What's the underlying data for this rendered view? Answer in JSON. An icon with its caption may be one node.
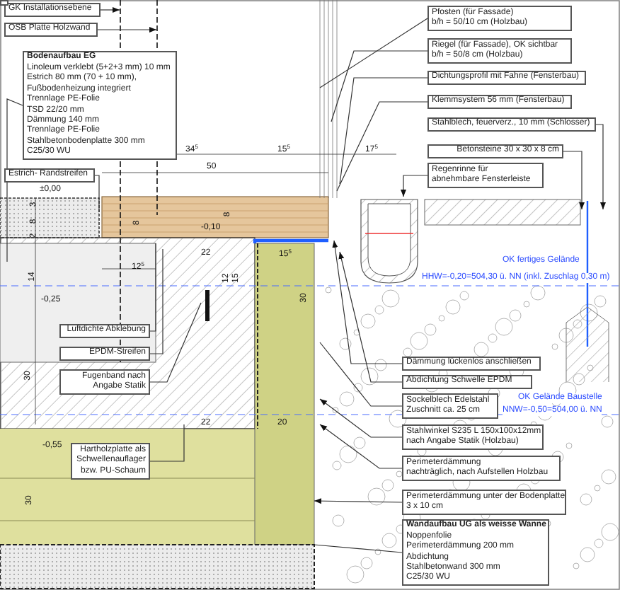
{
  "diagram": {
    "nodes": [
      {
        "text": [
          "GK Installationsebene"
        ]
      },
      {
        "text": [
          "OSB Platte Holzwand"
        ]
      },
      {
        "text": [
          "Bodenaufbau EG",
          "Linoleum verklebt (5+2+3 mm) 10 mm",
          "Estrich 80 mm (70 + 10 mm),",
          "Fußbodenheizung integriert",
          "Trennlage PE-Folie",
          "TSD 22/20 mm",
          "Dämmung 140 mm",
          "Trennlage PE-Folie",
          "Stahlbetonbodenplatte 300 mm",
          "C25/30 WU"
        ]
      },
      {
        "text": [
          "Estrich- Randstreifen"
        ]
      },
      {
        "text": [
          "Pfosten (für Fassade)",
          "b/h = 50/10 cm (Holzbau)"
        ]
      },
      {
        "text": [
          "Riegel (für Fassade), OK sichtbar",
          "b/h = 50/8 cm (Holzbau)"
        ]
      },
      {
        "text": [
          "Dichtungsprofil mit Fahne (Fensterbau)"
        ]
      },
      {
        "text": [
          "Klemmsystem 56 mm (Fensterbau)"
        ]
      },
      {
        "text": [
          "Stahlblech, feuerverz., 10 mm (Schlosser)"
        ]
      },
      {
        "text": [
          "Betonsteine 30 x 30 x 8 cm"
        ]
      },
      {
        "text": [
          "Regenrinne für",
          "abnehmbare Fensterleiste"
        ]
      },
      {
        "text": [
          "Luftdichte Abklebung"
        ]
      },
      {
        "text": [
          "EPDM-Streifen"
        ]
      },
      {
        "text": [
          "Fugenband nach",
          "Angabe Statik"
        ]
      },
      {
        "text": [
          "Hartholzplatte als",
          "Schwellenauflager",
          "bzw. PU-Schaum"
        ]
      },
      {
        "text": [
          "Dämmung lückenlos anschließen"
        ]
      },
      {
        "text": [
          "Abdichtung Schwelle EPDM"
        ]
      },
      {
        "text": [
          "Sockelblech Edelstahl",
          "Zuschnitt ca. 25 cm"
        ]
      },
      {
        "text": [
          "Stahlwinkel S235 L 150x100x12mm",
          "nach Angabe Statik (Holzbau)"
        ]
      },
      {
        "text": [
          "Perimeterdämmung",
          "nachträglich, nach Aufstellen Holzbau"
        ]
      },
      {
        "text": [
          "Perimeterdämmung unter der Bodenplatte",
          "3 x 10 cm"
        ]
      },
      {
        "text": [
          "Wandaufbau UG als weisse Wanne",
          "Noppenfolie",
          "Perimeterdämmung 200 mm",
          "Abdichtung",
          "Stahlbetonwand 300 mm",
          "C25/30 WU"
        ]
      },
      {
        "text": [],
        "shape": "line"
      },
      {
        "text": [],
        "shape": "line"
      }
    ],
    "edges": [
      {
        "from": 0,
        "to": 22,
        "arrow": "to"
      },
      {
        "from": 1,
        "to": 23,
        "arrow": "to"
      },
      {
        "from": 2,
        "to": null,
        "arrow": "none"
      },
      {
        "from": 3,
        "to": null,
        "arrow": "none"
      },
      {
        "from": 4,
        "to": null,
        "arrow": "none"
      },
      {
        "from": 5,
        "to": null,
        "arrow": "none"
      },
      {
        "from": 6,
        "to": null,
        "arrow": "none"
      },
      {
        "from": 7,
        "to": null,
        "arrow": "none"
      },
      {
        "from": 8,
        "to": null,
        "arrow": "to"
      },
      {
        "from": 9,
        "to": null,
        "arrow": "to"
      },
      {
        "from": 10,
        "to": null,
        "arrow": "to"
      },
      {
        "from": 11,
        "to": null,
        "arrow": "none"
      },
      {
        "from": 12,
        "to": null,
        "arrow": "none"
      },
      {
        "from": 13,
        "to": null,
        "arrow": "none"
      },
      {
        "from": 14,
        "to": null,
        "arrow": "none"
      },
      {
        "from": 15,
        "to": null,
        "arrow": "to"
      },
      {
        "from": 16,
        "to": null,
        "arrow": "to"
      },
      {
        "from": 17,
        "to": null,
        "arrow": "none"
      },
      {
        "from": 18,
        "to": null,
        "arrow": "to"
      },
      {
        "from": 19,
        "to": null,
        "arrow": "to"
      },
      {
        "from": 20,
        "to": null,
        "arrow": "to"
      },
      {
        "from": 21,
        "to": null,
        "arrow": "none"
      }
    ],
    "labels": [
      "34$^{5}$",
      "15$^{5}$",
      "17$^{5}$",
      "50",
      "±0,00",
      "3",
      "8",
      "2",
      "8",
      "8",
      "-0,10",
      "22",
      "12$^{5}$",
      "14",
      "12",
      "15",
      "15$^{5}$",
      "-0,25",
      "30",
      "OK fertiges Gelände",
      "HHW=-0,20=504,30 ü. NN (inkl. Zuschlag 0,30 m)",
      "30",
      "OK Gelände Baustelle",
      "NNW=-0,50=504,00 ü. NN",
      "22",
      "20",
      "-0,55",
      "30"
    ]
  }
}
